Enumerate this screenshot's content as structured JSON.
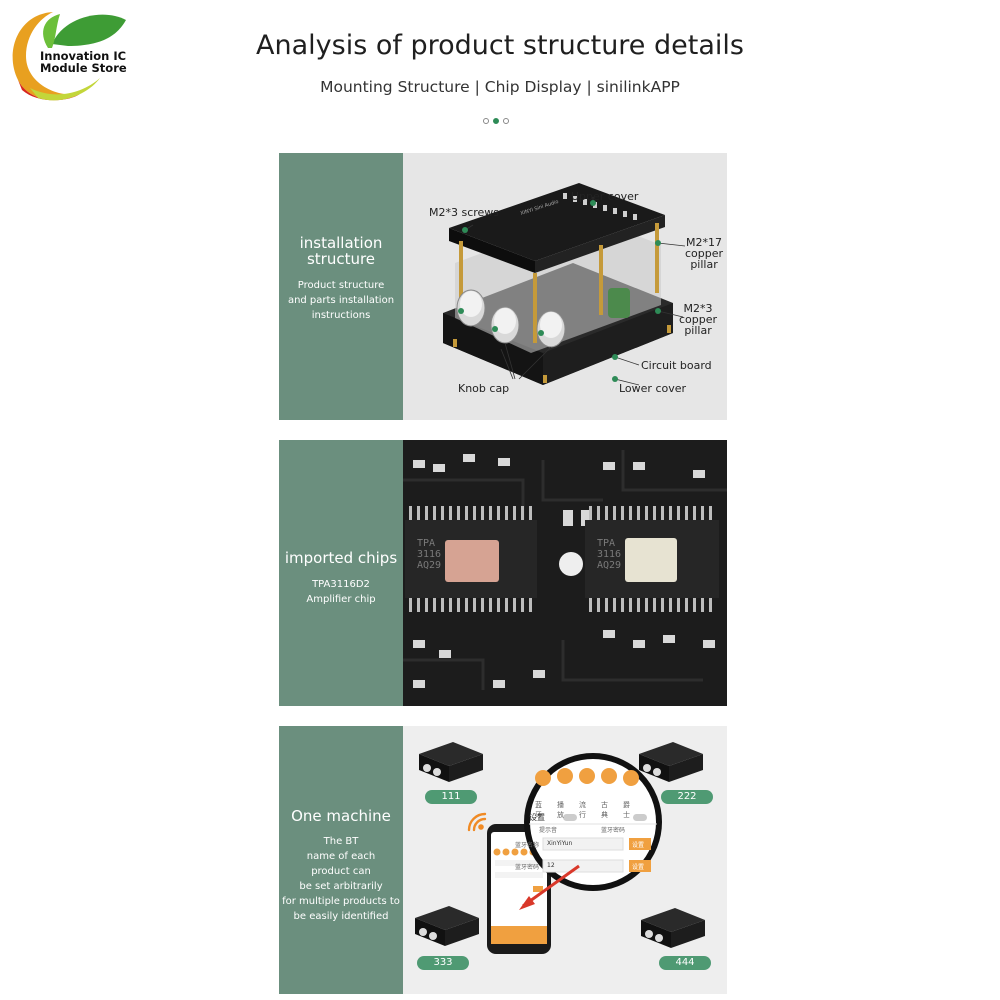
{
  "logo": {
    "text_line1": "Innovation IC",
    "text_line2": "Module Store"
  },
  "header": {
    "title": "Analysis of product structure details",
    "subtitle": "Mounting Structure | Chip Display | sinilinkAPP"
  },
  "carousel": {
    "dots": 3,
    "active_index": 1
  },
  "panels": [
    {
      "heading_line1": "installation",
      "heading_line2": "structure",
      "desc": [
        "Product structure",
        "and parts installation",
        "instructions"
      ],
      "callouts": {
        "upper_cover": "Upper cover",
        "m23_screws": "M2*3 screws",
        "m217_pillar": [
          "M2*17",
          "copper",
          "pillar"
        ],
        "m23_pillar": [
          "M2*3",
          "copper",
          "pillar"
        ],
        "circuit_board": "Circuit board",
        "lower_cover": "Lower cover",
        "knob_cap": "Knob cap"
      }
    },
    {
      "heading": "imported chips",
      "desc": [
        "TPA3116D2",
        "Amplifier chip"
      ],
      "chip_text": [
        "TPA",
        "3116",
        "AQ29"
      ]
    },
    {
      "heading": "One machine",
      "desc": [
        "The BT",
        "name of each",
        "product can",
        "be set arbitrarily",
        "for multiple products to",
        "be easily identified"
      ],
      "device_labels": [
        "111",
        "222",
        "333",
        "444"
      ],
      "app": {
        "menu_items": [
          "蓝牙",
          "播放",
          "流行",
          "古典",
          "爵士"
        ],
        "section_title": "设置",
        "row1_label": "提示音",
        "row1_label2": "蓝牙密码",
        "row2_label": "蓝牙名称",
        "row2_value": "XinYiYun",
        "row3_label": "蓝牙密码",
        "row3_value": "12",
        "button": "设置"
      }
    }
  ],
  "colors": {
    "panel_green": "#6b8f7e",
    "accent_green": "#2e8b57",
    "badge_green": "#4f9a73",
    "app_orange": "#f0a040",
    "arrow_red": "#d9382a"
  }
}
